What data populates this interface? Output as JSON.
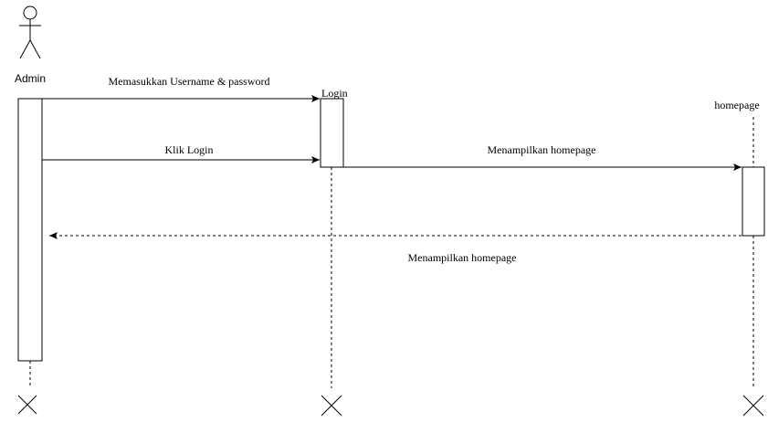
{
  "participants": {
    "admin": "Admin",
    "login": "Login",
    "homepage": "homepage"
  },
  "messages": {
    "m1": "Memasukkan Username & password",
    "m2": "Klik Login",
    "m3": "Menampilkan homepage",
    "m4": "Menampilkan homepage"
  }
}
